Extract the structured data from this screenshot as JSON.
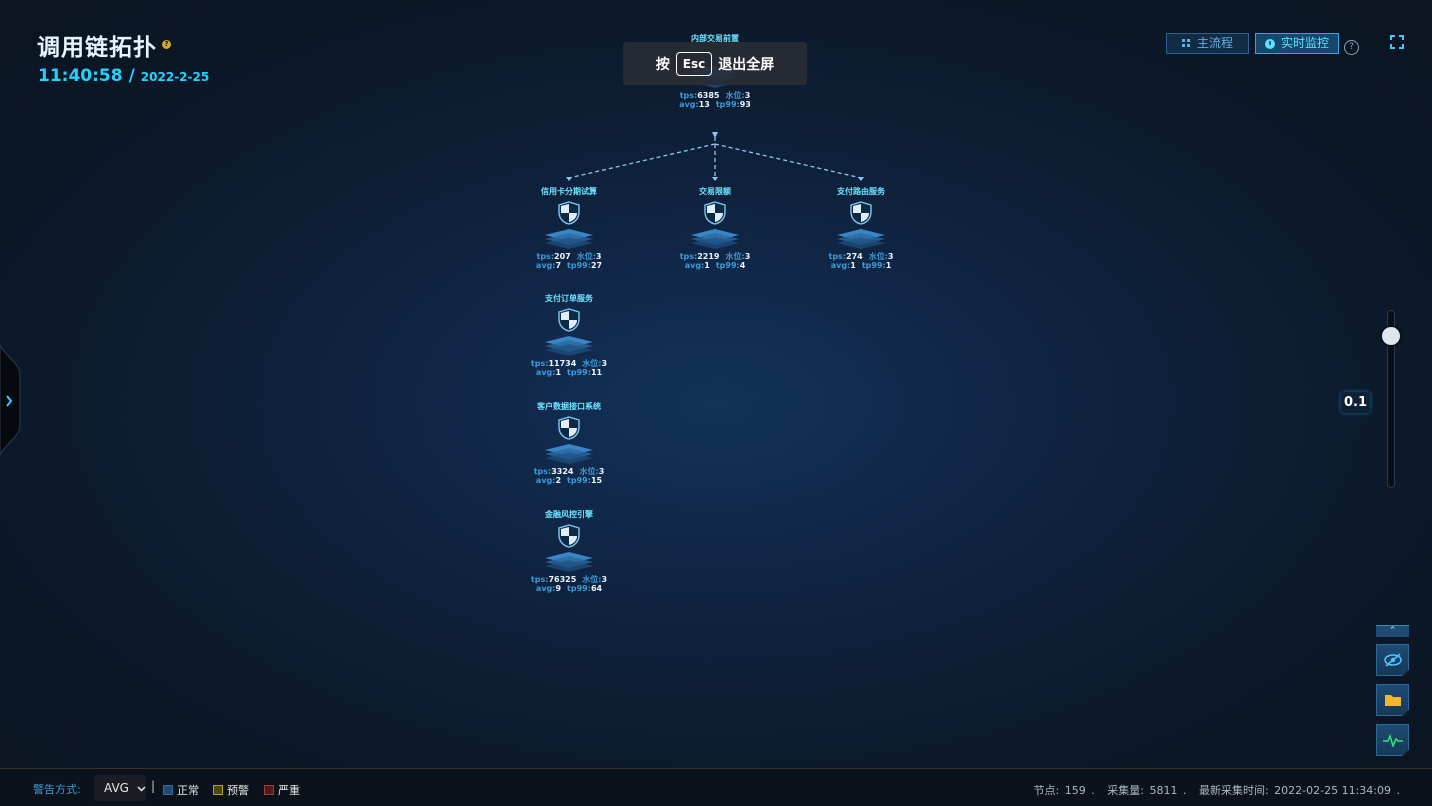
{
  "header": {
    "title": "调用链拓扑",
    "help_badge": "?",
    "time": "11:40:58",
    "separator": "/",
    "date": "2022-2-25"
  },
  "esc_banner": {
    "prefix": "按",
    "key": "Esc",
    "suffix": "退出全屏"
  },
  "toolbar": {
    "main_flow_label": "主流程",
    "monitor_label": "实时监控",
    "help": "?"
  },
  "nodes": [
    {
      "name": "内部交易前置",
      "tps": "6385",
      "water": "3",
      "avg": "13",
      "tp99": "93"
    },
    {
      "name": "信用卡分期试算",
      "tps": "207",
      "water": "3",
      "avg": "7",
      "tp99": "27"
    },
    {
      "name": "交易限额",
      "tps": "2219",
      "water": "3",
      "avg": "1",
      "tp99": "4"
    },
    {
      "name": "支付路由服务",
      "tps": "274",
      "water": "3",
      "avg": "1",
      "tp99": "1"
    },
    {
      "name": "支付订单服务",
      "tps": "11734",
      "water": "3",
      "avg": "1",
      "tp99": "11"
    },
    {
      "name": "客户数据接口系统",
      "tps": "3324",
      "water": "3",
      "avg": "2",
      "tp99": "15"
    },
    {
      "name": "金融风控引擎",
      "tps": "76325",
      "water": "3",
      "avg": "9",
      "tp99": "64"
    }
  ],
  "labels": {
    "tps": "tps:",
    "water": "水位:",
    "avg": "avg:",
    "tp99": "tp99:"
  },
  "zoom": {
    "value": "0.1"
  },
  "side_tools": [
    "hide-icon",
    "folder-icon",
    "pulse-icon"
  ],
  "footer": {
    "alert_label": "警告方式:",
    "select_value": "AVG",
    "divider": "|",
    "legend": [
      {
        "label": "正常",
        "color": "#2d6ea6"
      },
      {
        "label": "预警",
        "color": "#b3a21a"
      },
      {
        "label": "严重",
        "color": "#a33a3a"
      }
    ],
    "nodes_label": "节点:",
    "nodes_value": "159",
    "collect_label": "采集量:",
    "collect_value": "5811",
    "latest_label": "最新采集时间:",
    "latest_value": "2022-02-25  11:34:09",
    "dot": "."
  },
  "colors": {
    "accent": "#23d3ff",
    "node_name": "#6fe4ff",
    "panel": "#0c1219"
  }
}
